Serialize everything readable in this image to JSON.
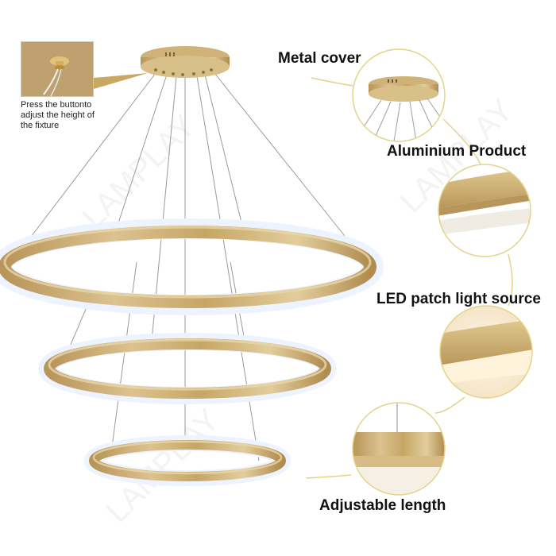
{
  "labels": {
    "metal_cover": "Metal cover",
    "aluminium_product": "Aluminium Product",
    "led_source": "LED patch light source",
    "adjustable_length": "Adjustable length"
  },
  "note": {
    "line1": "Press the buttonto",
    "line2": "adjust the height of",
    "line3": "the fixture"
  },
  "watermark": "LAMPLAY",
  "colors": {
    "gold": "#c9a862",
    "gold_dark": "#a8874a",
    "gold_light": "#e6d3a4",
    "glow": "#eef4ff",
    "callout_line": "#e3d38a"
  }
}
